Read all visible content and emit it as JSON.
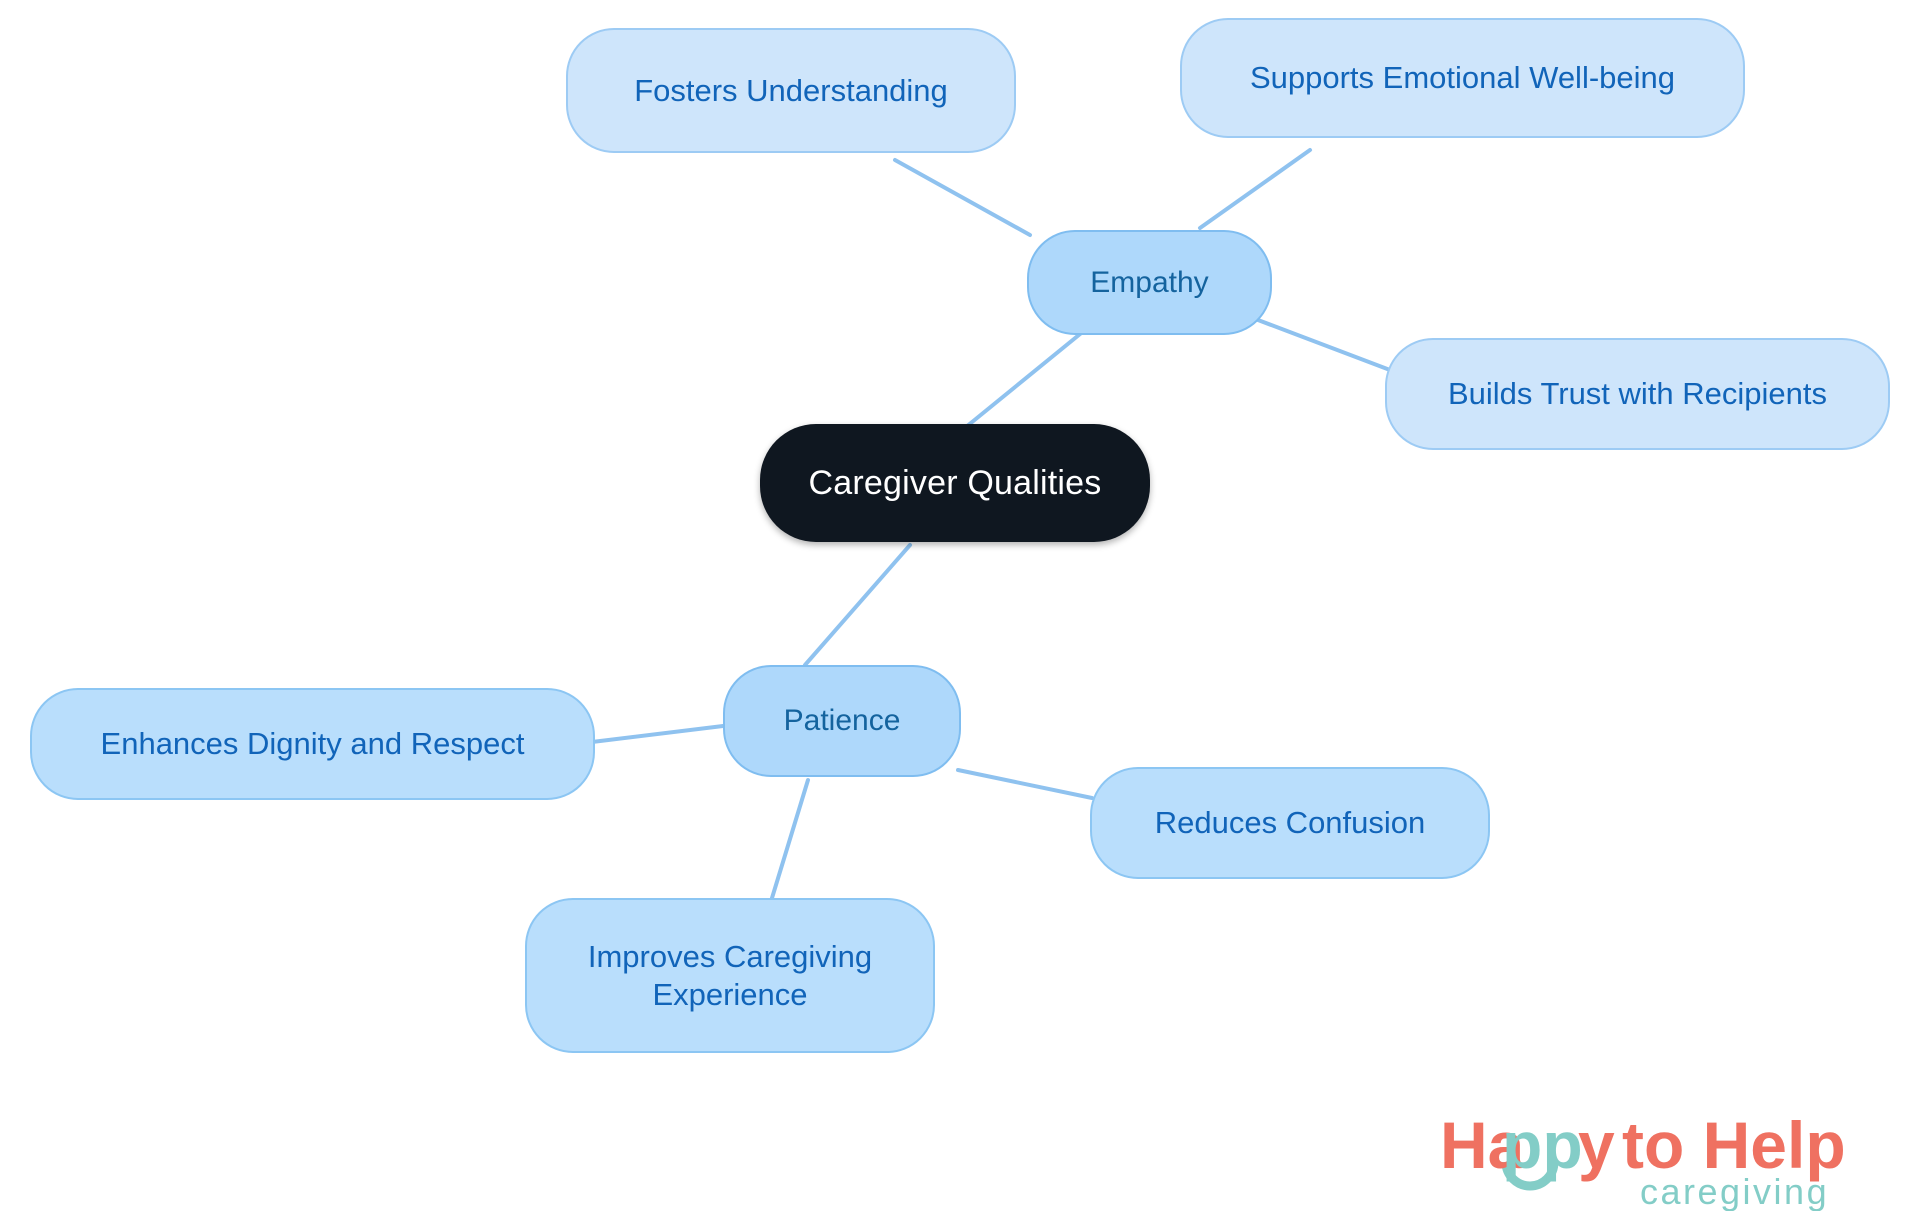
{
  "diagram": {
    "type": "mindmap",
    "title": "Caregiver Qualities",
    "colors": {
      "root_fill": "#0f1720",
      "root_text": "#ffffff",
      "branch_fill": "#aed8fb",
      "branch_border": "#7fbdf0",
      "branch_text": "#14639e",
      "leaf_fill": "#cee5fb",
      "leaf_border": "#9dcbf4",
      "leaf_text": "#1164b9",
      "edge": "#8fc2ef",
      "background": "#ffffff"
    },
    "root": {
      "label": "Caregiver Qualities"
    },
    "branches": [
      {
        "id": "empathy",
        "label": "Empathy",
        "children": [
          {
            "id": "fosters-understanding",
            "label": "Fosters Understanding"
          },
          {
            "id": "supports-emotional-well-being",
            "label": "Supports Emotional Well-being"
          },
          {
            "id": "builds-trust-with-recipients",
            "label": "Builds Trust with Recipients"
          }
        ]
      },
      {
        "id": "patience",
        "label": "Patience",
        "children": [
          {
            "id": "enhances-dignity-and-respect",
            "label": "Enhances Dignity and Respect"
          },
          {
            "id": "reduces-confusion",
            "label": "Reduces Confusion"
          },
          {
            "id": "improves-caregiving-experience",
            "label": "Improves Caregiving\nExperience"
          }
        ]
      }
    ],
    "edges": [
      {
        "from": "root",
        "to": "empathy"
      },
      {
        "from": "empathy",
        "to": "fosters-understanding"
      },
      {
        "from": "empathy",
        "to": "supports-emotional-well-being"
      },
      {
        "from": "empathy",
        "to": "builds-trust-with-recipients"
      },
      {
        "from": "root",
        "to": "patience"
      },
      {
        "from": "patience",
        "to": "enhances-dignity-and-respect"
      },
      {
        "from": "patience",
        "to": "reduces-confusion"
      },
      {
        "from": "patience",
        "to": "improves-caregiving-experience"
      }
    ]
  },
  "logo": {
    "line1_part1": "Happy",
    "line1_part2": "to",
    "line1_part3": "Help",
    "line1_full": "Happy to Help",
    "line2": "caregiving",
    "coral": "#ef7161",
    "teal": "#83cdc7"
  }
}
